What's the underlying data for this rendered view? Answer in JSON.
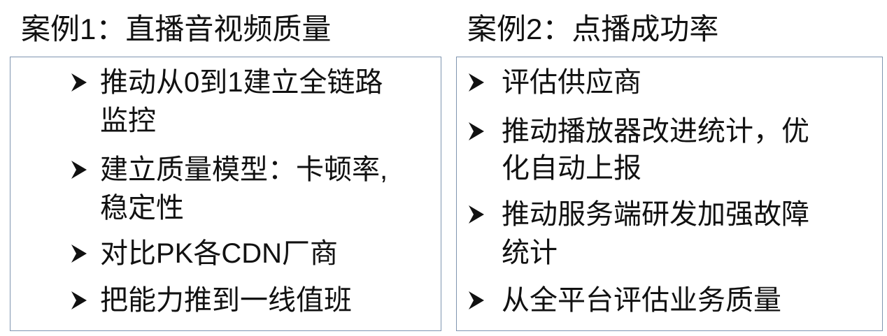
{
  "case1": {
    "title": "案例1：直播音视频质量",
    "items": [
      {
        "lines": [
          "推动从0到1建立全链路",
          "监控"
        ]
      },
      {
        "lines": [
          "建立质量模型：卡顿率,",
          "稳定性"
        ]
      },
      {
        "lines": [
          "对比PK各CDN厂商"
        ]
      },
      {
        "lines": [
          "把能力推到一线值班"
        ]
      }
    ]
  },
  "case2": {
    "title": "案例2：点播成功率",
    "items": [
      {
        "lines": [
          "评估供应商"
        ]
      },
      {
        "lines": [
          "推动播放器改进统计，优",
          "化自动上报"
        ]
      },
      {
        "lines": [
          "推动服务端研发加强故障",
          "统计"
        ]
      },
      {
        "lines": [
          "从全平台评估业务质量"
        ]
      }
    ]
  },
  "colors": {
    "border": "#7f95b0"
  }
}
